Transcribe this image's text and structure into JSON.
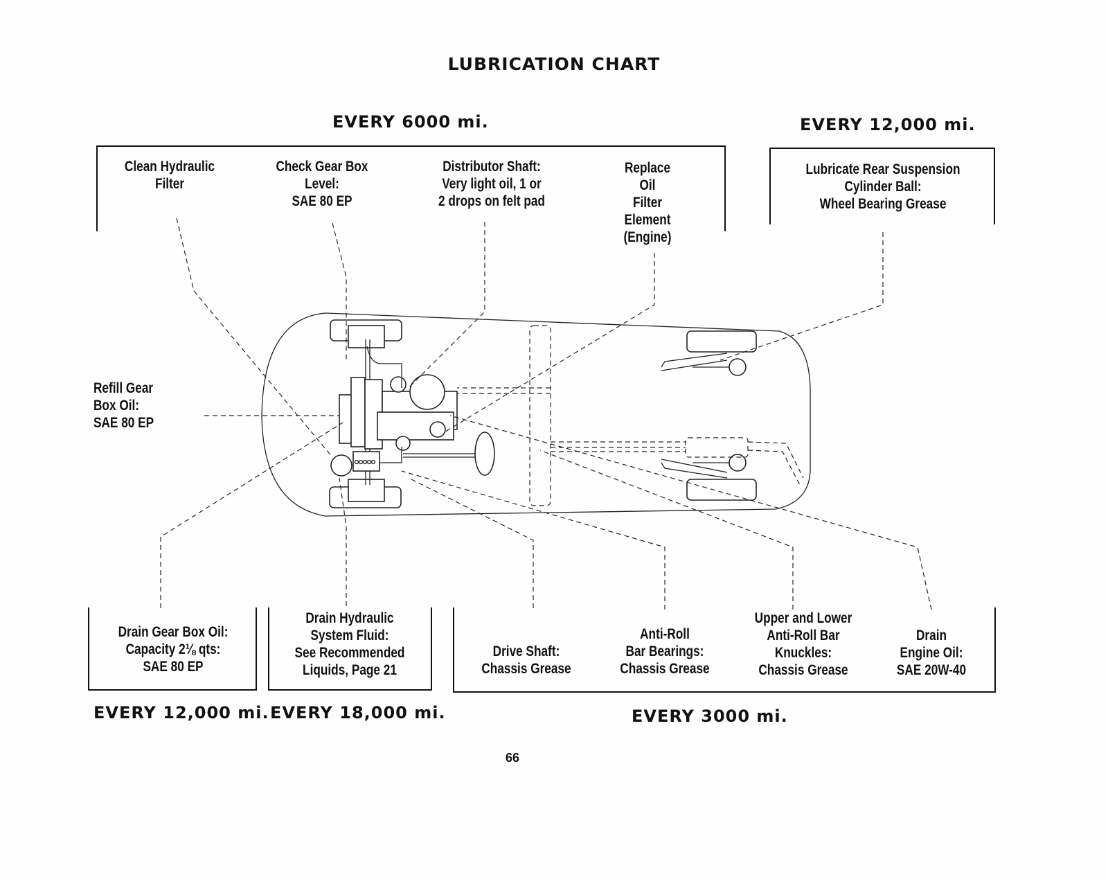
{
  "title": "LUBRICATION CHART",
  "page_number": "66",
  "intervals": {
    "top_6000": "EVERY 6000 mi.",
    "top_12000": "EVERY 12,000 mi.",
    "bottom_12000": "EVERY 12,000 mi.",
    "bottom_18000": "EVERY 18,000 mi.",
    "bottom_3000": "EVERY 3000 mi."
  },
  "groups": {
    "every_6000": [
      {
        "label": "Clean Hydraulic\nFilter"
      },
      {
        "label": "Check Gear Box\nLevel:\nSAE 80 EP"
      },
      {
        "label": "Distributor Shaft:\nVery light oil, 1 or\n2 drops on felt pad"
      },
      {
        "label": "Replace\nOil\nFilter\nElement\n(Engine)"
      }
    ],
    "every_12000_top": [
      {
        "label": "Lubricate Rear Suspension\nCylinder Ball:\nWheel Bearing Grease"
      }
    ],
    "every_12000_bottom": [
      {
        "label": "Drain Gear Box Oil:\nCapacity 2⅛ qts:\nSAE 80 EP"
      }
    ],
    "every_18000": [
      {
        "label": "Drain Hydraulic\nSystem Fluid:\nSee Recommended\nLiquids, Page 21"
      }
    ],
    "every_3000": [
      {
        "label": "Drive Shaft:\nChassis Grease"
      },
      {
        "label": "Anti-Roll\nBar Bearings:\nChassis Grease"
      },
      {
        "label": "Upper and Lower\nAnti-Roll Bar\nKnuckles:\nChassis Grease"
      },
      {
        "label": "Drain\nEngine Oil:\nSAE 20W-40"
      }
    ]
  },
  "side_note": {
    "label": "Refill Gear\nBox Oil:\nSAE 80 EP"
  }
}
